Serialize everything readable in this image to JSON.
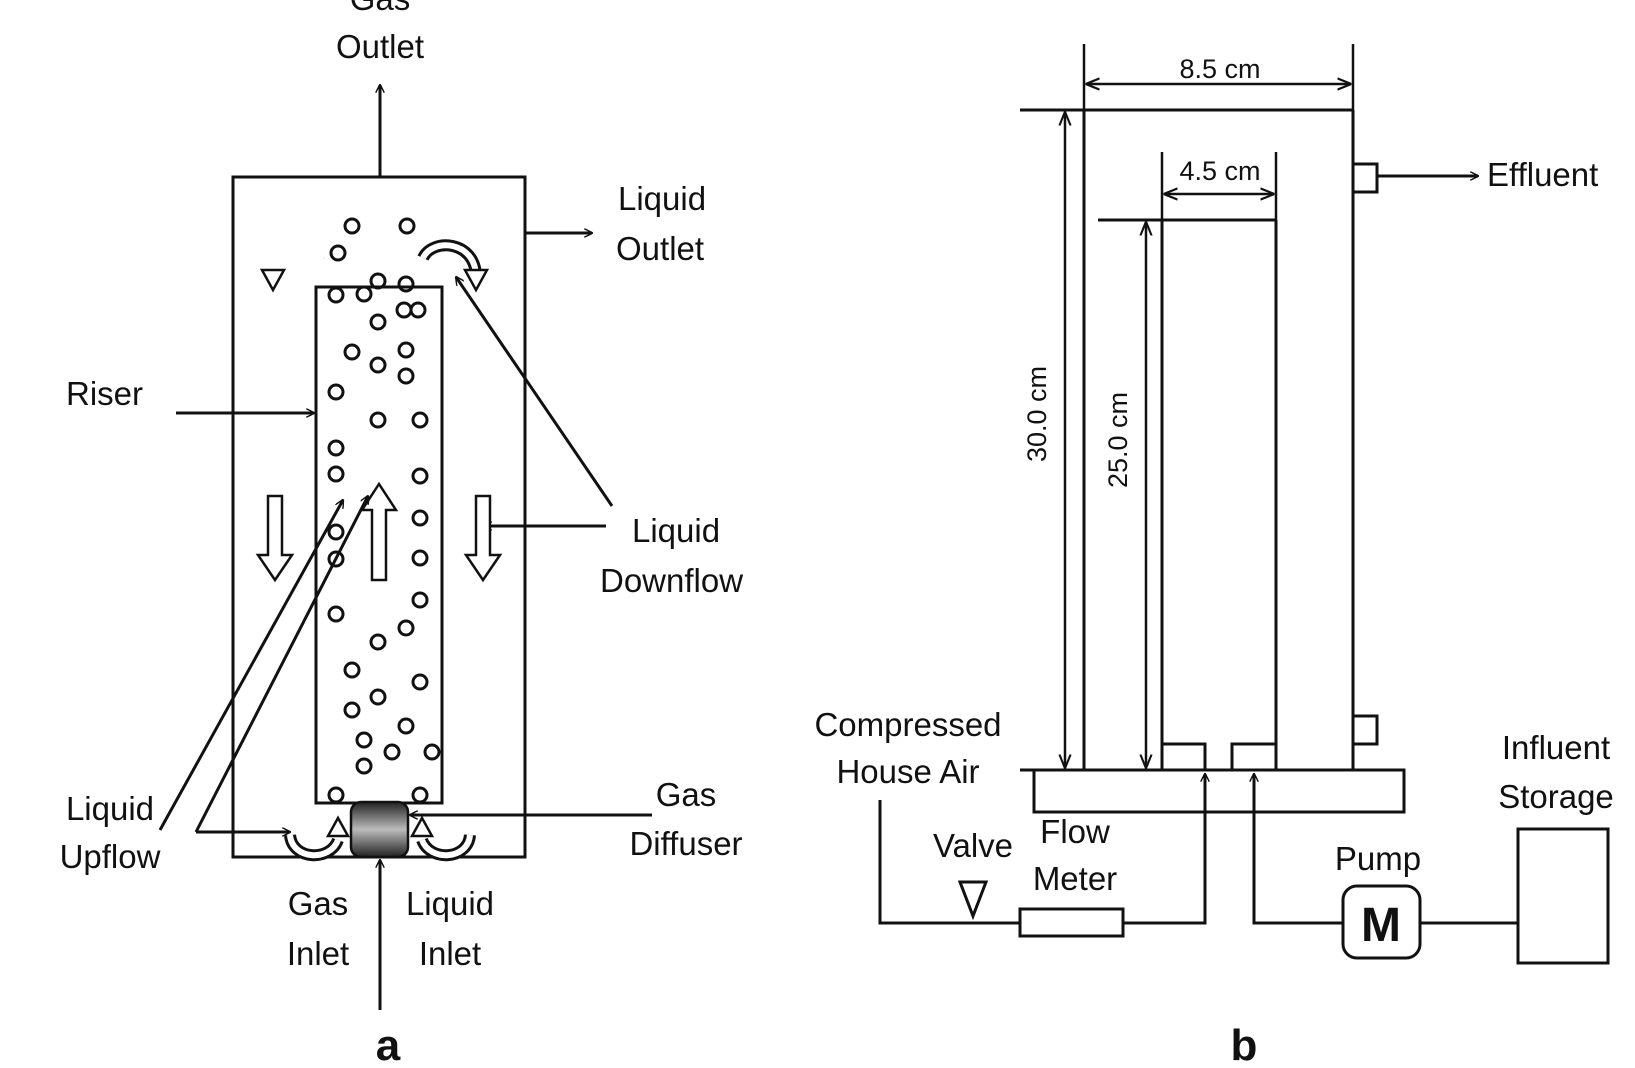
{
  "panel_a": {
    "label": "a",
    "gas_outlet": [
      "Gas",
      "Outlet"
    ],
    "liquid_outlet": [
      "Liquid",
      "Outlet"
    ],
    "riser": "Riser",
    "liquid_downflow": [
      "Liquid",
      "Downflow"
    ],
    "liquid_upflow": [
      "Liquid",
      "Upflow"
    ],
    "gas_diffuser": [
      "Gas",
      "Diffuser"
    ],
    "gas_inlet": [
      "Gas",
      "Inlet"
    ],
    "liquid_inlet": [
      "Liquid",
      "Inlet"
    ]
  },
  "panel_b": {
    "label": "b",
    "outer_width": "8.5 cm",
    "inner_width": "4.5 cm",
    "outer_height": "30.0 cm",
    "inner_height": "25.0 cm",
    "effluent": "Effluent",
    "compressed_air": [
      "Compressed",
      "House Air"
    ],
    "valve": "Valve",
    "flow_meter": [
      "Flow",
      "Meter"
    ],
    "pump": "Pump",
    "motor_symbol": "M",
    "influent_storage": [
      "Influent",
      "Storage"
    ]
  },
  "colors": {
    "line": "#111111",
    "background": "#ffffff"
  }
}
